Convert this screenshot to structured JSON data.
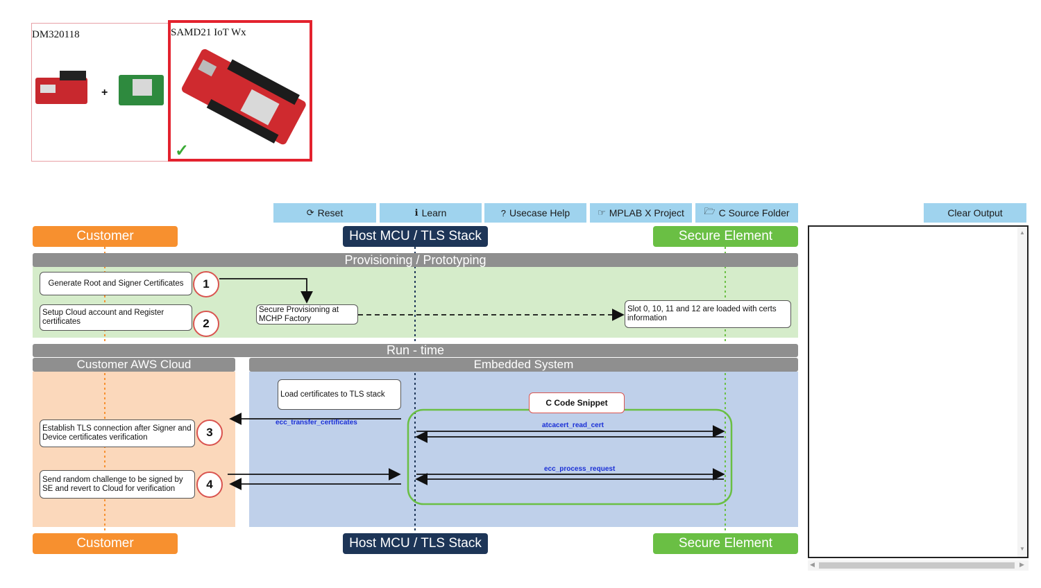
{
  "boards": [
    {
      "label": "DM320118",
      "selected": false
    },
    {
      "label": "SAMD21 IoT Wx",
      "selected": true,
      "check_icon": "checkmark-icon"
    }
  ],
  "toolbar": {
    "reset": "Reset",
    "learn": "Learn",
    "usecase_help": "Usecase Help",
    "mplab_project": "MPLAB X Project",
    "c_source_folder": "C Source Folder",
    "clear_output": "Clear Output"
  },
  "diagram": {
    "lanes": {
      "customer": "Customer",
      "host": "Host MCU / TLS Stack",
      "secure": "Secure Element"
    },
    "provisioning_title": "Provisioning / Prototyping",
    "runtime_title": "Run - time",
    "customer_cloud_title": "Customer AWS Cloud",
    "embedded_title": "Embedded System",
    "steps": {
      "s1": "Generate Root and Signer Certificates",
      "s2": "Setup Cloud account and Register certificates",
      "factory": "Secure Provisioning at MCHP Factory",
      "slots": "Slot 0, 10, 11 and 12 are loaded with certs information",
      "load": "Load certificates to TLS stack",
      "s3": "Establish TLS connection after Signer and Device certificates verification",
      "s4": "Send random challenge to be signed by SE and revert to Cloud for verification"
    },
    "numbers": [
      "1",
      "2",
      "3",
      "4"
    ],
    "code_snippet": "C  Code Snippet",
    "functions": {
      "transfer": "ecc_transfer_certificates",
      "read_cert": "atcacert_read_cert",
      "process": "ecc_process_request"
    }
  },
  "colors": {
    "customer": "#f7902f",
    "host": "#1d3557",
    "secure": "#6abf44",
    "toolbar": "#9fd3ee",
    "selected_border": "#e3222e"
  }
}
